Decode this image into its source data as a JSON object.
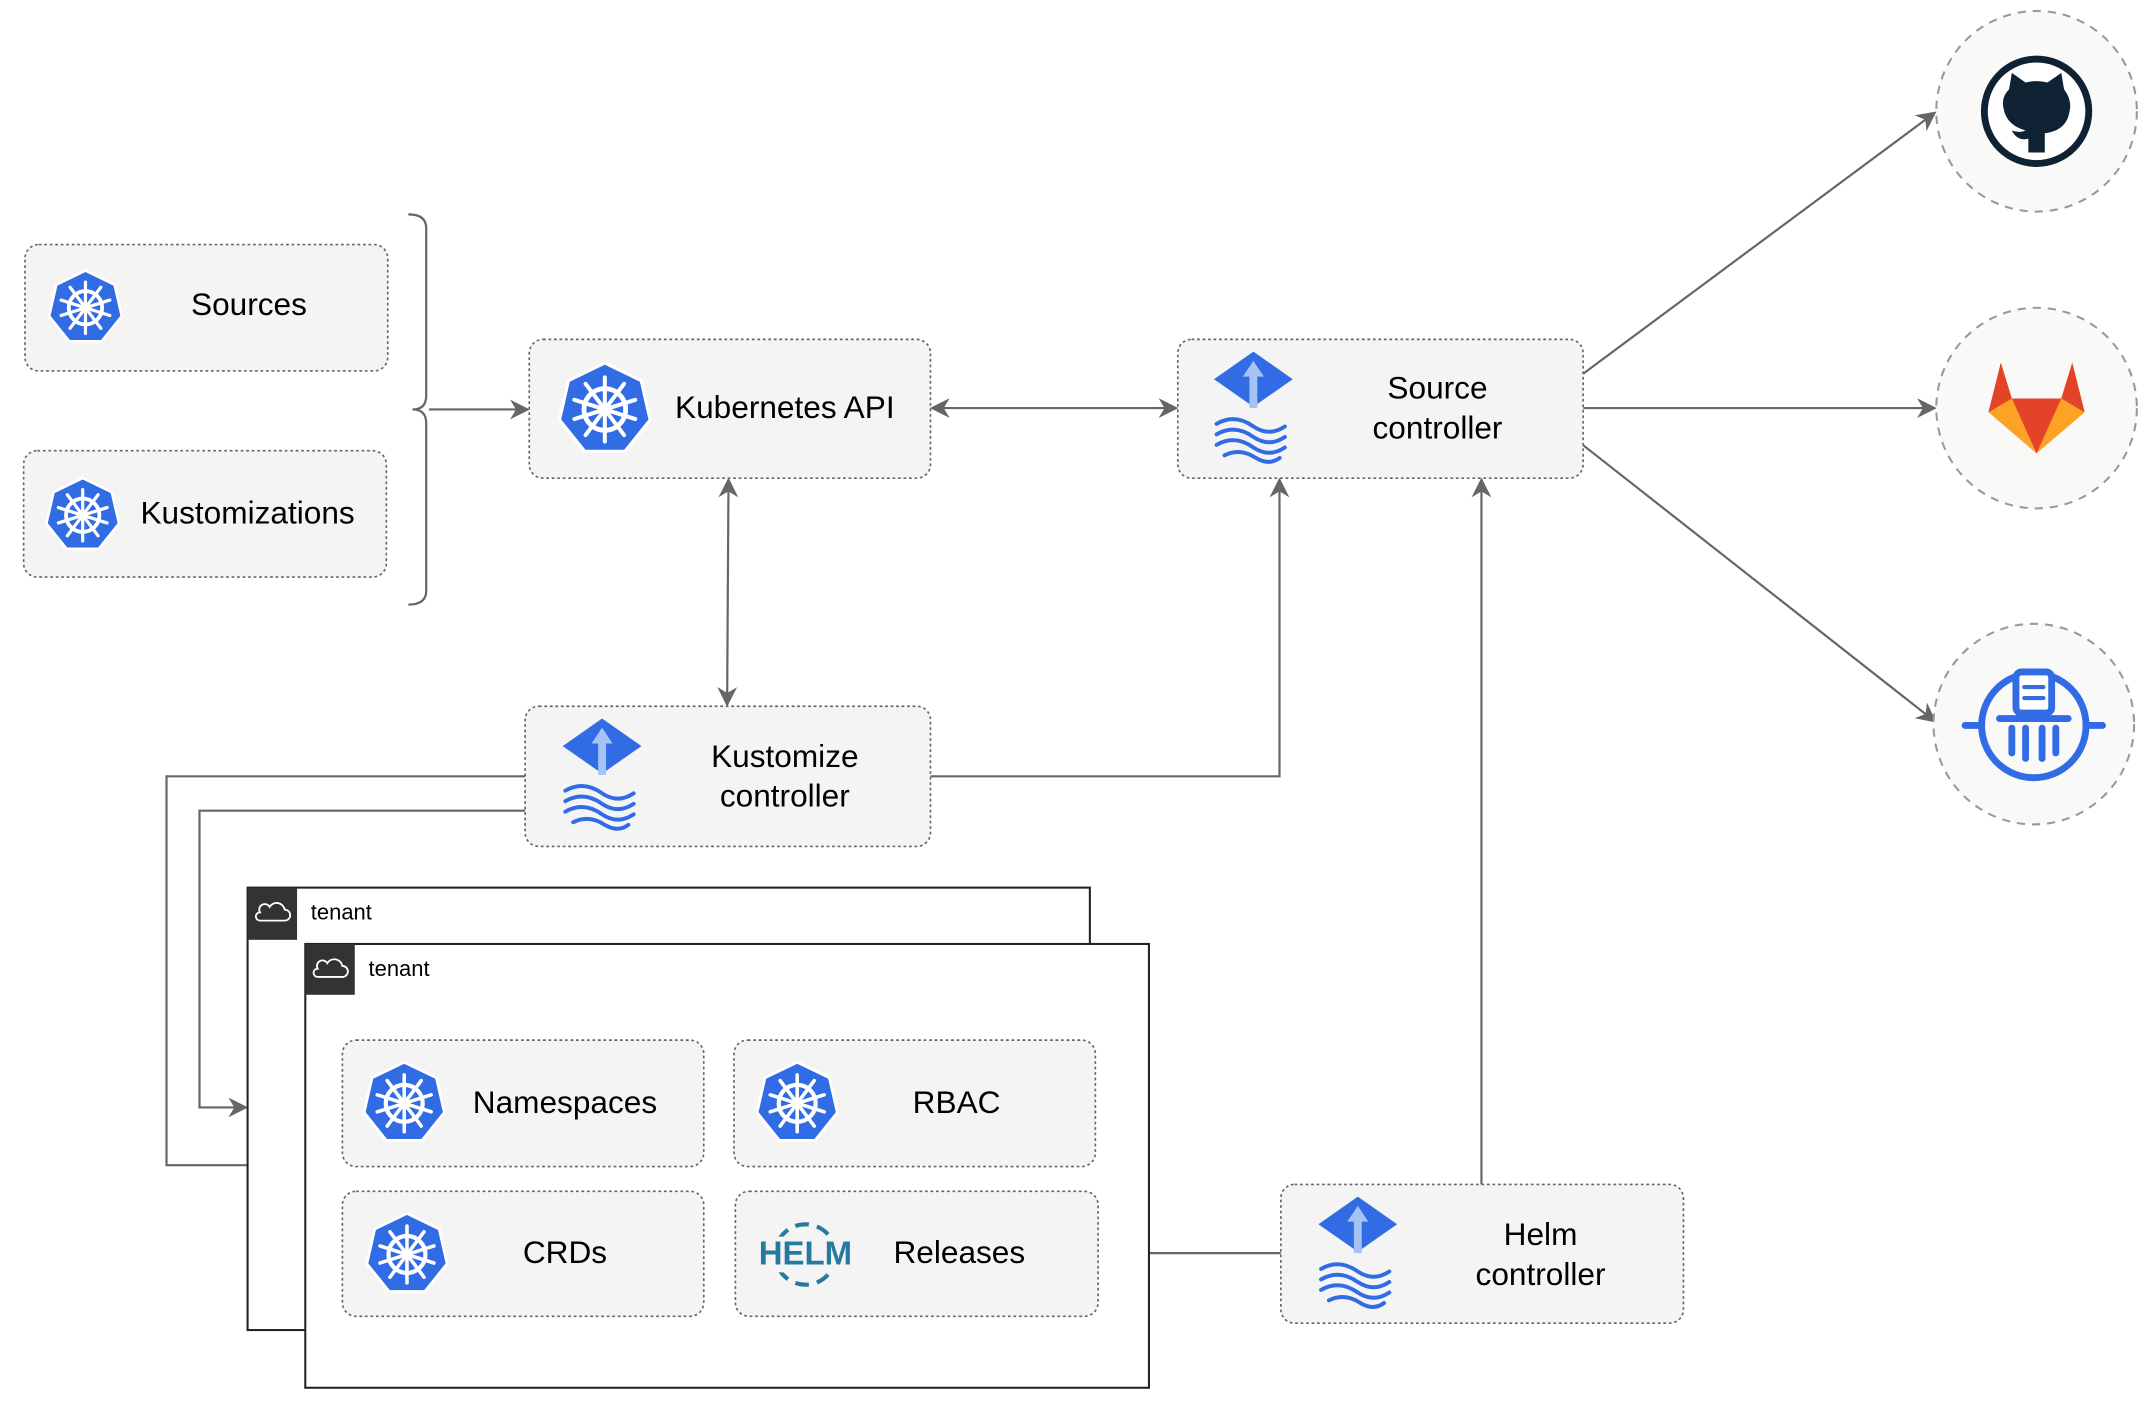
{
  "nodes": {
    "sources": "Sources",
    "kustomizations": "Kustomizations",
    "kubernetes_api": "Kubernetes API",
    "source_controller": [
      "Source",
      "controller"
    ],
    "kustomize_controller": [
      "Kustomize",
      "controller"
    ],
    "helm_controller": [
      "Helm",
      "controller"
    ],
    "namespaces": "Namespaces",
    "rbac": "RBAC",
    "crds": "CRDs",
    "releases": "Releases",
    "helm_logo": "HELM"
  },
  "tenants": [
    "tenant",
    "tenant"
  ],
  "external_sources": [
    "github-icon",
    "gitlab-icon",
    "bucket-icon"
  ],
  "colors": {
    "kubernetes_blue": "#326ce5",
    "gitlab_orange": "#e24329",
    "github_dark": "#0f2233",
    "helm_blue": "#277a9f"
  }
}
